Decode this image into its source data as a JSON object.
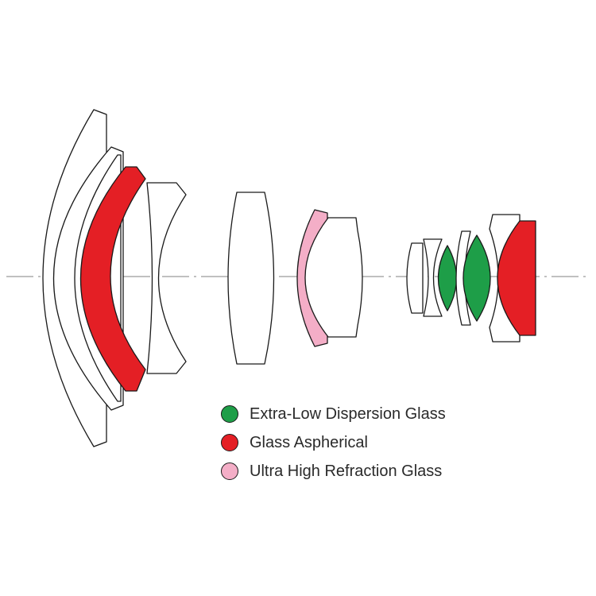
{
  "colors": {
    "outline": "#1a1a1a",
    "plain_glass": "#ffffff",
    "extra_low_dispersion": "#1e9e48",
    "aspherical": "#e41f25",
    "ultra_high_refraction": "#f4aec7",
    "axis": "#9a9a9a"
  },
  "legend": [
    {
      "label": "Extra-Low Dispersion Glass",
      "color": "#1e9e48",
      "icon": "green-circle-icon"
    },
    {
      "label": "Glass Aspherical",
      "color": "#e41f25",
      "icon": "red-circle-icon"
    },
    {
      "label": "Ultra High Refraction Glass",
      "color": "#f4aec7",
      "icon": "pink-circle-icon"
    }
  ],
  "elements": [
    {
      "id": "element-1",
      "type": "plain_glass"
    },
    {
      "id": "element-2",
      "type": "plain_glass"
    },
    {
      "id": "element-3",
      "type": "plain_glass"
    },
    {
      "id": "element-4",
      "type": "aspherical"
    },
    {
      "id": "element-5",
      "type": "plain_glass"
    },
    {
      "id": "element-6",
      "type": "plain_glass"
    },
    {
      "id": "element-7",
      "type": "ultra_high_refraction"
    },
    {
      "id": "element-8",
      "type": "plain_glass"
    },
    {
      "id": "element-9",
      "type": "plain_glass"
    },
    {
      "id": "element-10",
      "type": "plain_glass"
    },
    {
      "id": "element-11",
      "type": "extra_low_dispersion"
    },
    {
      "id": "element-12",
      "type": "plain_glass"
    },
    {
      "id": "element-13",
      "type": "extra_low_dispersion"
    },
    {
      "id": "element-14",
      "type": "plain_glass"
    },
    {
      "id": "element-15",
      "type": "aspherical"
    }
  ]
}
